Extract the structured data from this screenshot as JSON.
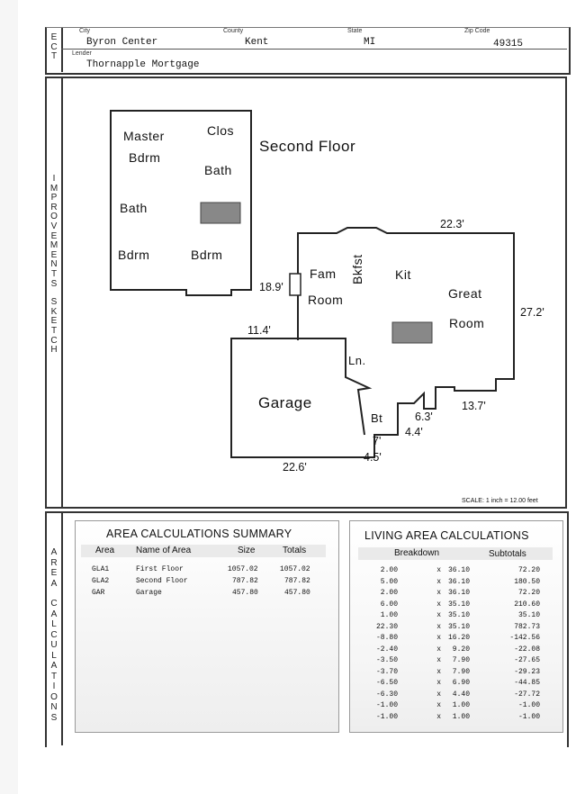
{
  "subject": {
    "side_letters": [
      "E",
      "C",
      "T"
    ],
    "city_label": "City",
    "city": "Byron Center",
    "county_label": "County",
    "county": "Kent",
    "state_label": "State",
    "state": "MI",
    "zip_label": "Zip Code",
    "zip": "49315",
    "lender_label": "Lender",
    "lender": "Thornapple Mortgage"
  },
  "sketch": {
    "side_title_letters": [
      "I",
      "M",
      "P",
      "R",
      "O",
      "V",
      "E",
      "M",
      "E",
      "N",
      "T",
      "S",
      "",
      "S",
      "K",
      "E",
      "T",
      "C",
      "H"
    ],
    "title": "Second Floor",
    "second_floor_rooms": {
      "master": "Master",
      "bdrm1": "Bdrm",
      "clos": "Clos",
      "bath1": "Bath",
      "bath2": "Bath",
      "bdrm2": "Bdrm",
      "bdrm3": "Bdrm"
    },
    "main_rooms": {
      "fam": "Fam",
      "room1": "Room",
      "bkfst": "Bkfst",
      "kit": "Kit",
      "great": "Great",
      "room2": "Room",
      "ln": "Ln.",
      "garage": "Garage",
      "bt": "Bt"
    },
    "dimensions": {
      "d1": "22.3'",
      "d2": "18.9'",
      "d3": "27.2'",
      "d4": "11.4'",
      "d5": "6.3'",
      "d6": "13.7'",
      "d7": "4.4'",
      "d8": "7'",
      "d9": "22.6'",
      "d10": "4.5'"
    },
    "scale": "SCALE: 1 inch = 12.00 feet"
  },
  "area": {
    "side_title_letters": [
      "A",
      "R",
      "E",
      "A",
      "",
      "C",
      "A",
      "L",
      "C",
      "U",
      "L",
      "A",
      "T",
      "I",
      "O",
      "N",
      "S"
    ],
    "summary": {
      "title": "AREA CALCULATIONS SUMMARY",
      "headers": [
        "Area",
        "Name of Area",
        "Size",
        "Totals"
      ],
      "rows": [
        [
          "GLA1",
          "First Floor",
          "1057.02",
          "1057.02"
        ],
        [
          "GLA2",
          "Second Floor",
          "787.82",
          "787.82"
        ],
        [
          "GAR",
          "Garage",
          "457.80",
          "457.80"
        ]
      ]
    },
    "living": {
      "title": "LIVING AREA CALCULATIONS",
      "headers": [
        "Breakdown",
        "Subtotals"
      ],
      "rows": [
        [
          "2.00",
          "x",
          "36.10",
          "72.20"
        ],
        [
          "5.00",
          "x",
          "36.10",
          "180.50"
        ],
        [
          "2.00",
          "x",
          "36.10",
          "72.20"
        ],
        [
          "6.00",
          "x",
          "35.10",
          "210.60"
        ],
        [
          "1.00",
          "x",
          "35.10",
          "35.10"
        ],
        [
          "22.30",
          "x",
          "35.10",
          "782.73"
        ],
        [
          "-8.80",
          "x",
          "16.20",
          "-142.56"
        ],
        [
          "-2.40",
          "x",
          "9.20",
          "-22.08"
        ],
        [
          "-3.50",
          "x",
          "7.90",
          "-27.65"
        ],
        [
          "-3.70",
          "x",
          "7.90",
          "-29.23"
        ],
        [
          "-6.50",
          "x",
          "6.90",
          "-44.85"
        ],
        [
          "-6.30",
          "x",
          "4.40",
          "-27.72"
        ],
        [
          "-1.00",
          "x",
          "1.00",
          "-1.00"
        ],
        [
          "-1.00",
          "x",
          "1.00",
          "-1.00"
        ]
      ]
    }
  }
}
